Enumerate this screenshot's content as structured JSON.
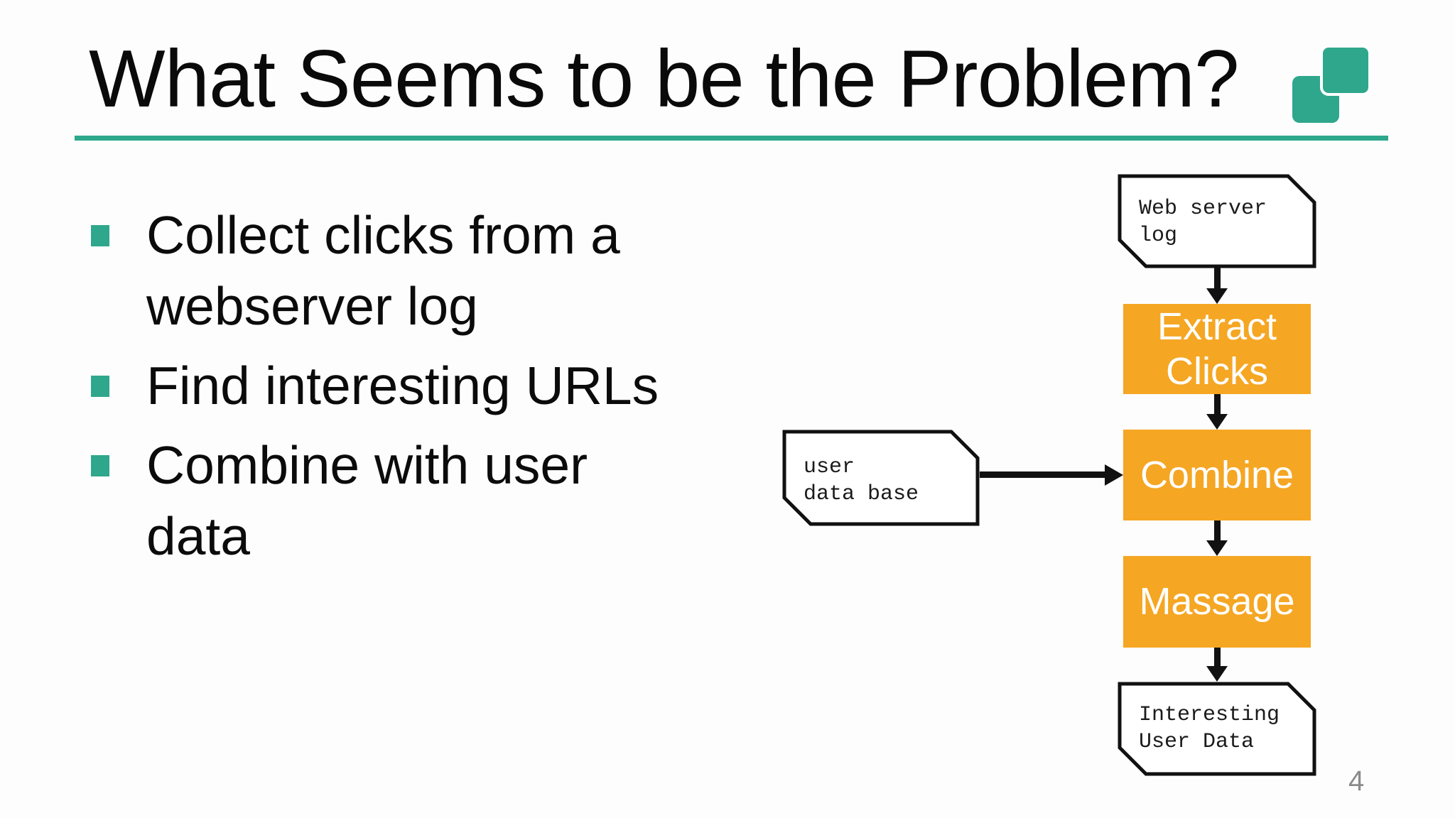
{
  "slide": {
    "title": "What Seems to be the Problem?",
    "page_number": "4"
  },
  "bullets": [
    "Collect clicks from a webserver log",
    "Find interesting URLs",
    "Combine with user data"
  ],
  "flowchart": {
    "web_server_log": {
      "line1": "Web server",
      "line2": "log"
    },
    "extract_clicks": {
      "line1": "Extract",
      "line2": "Clicks"
    },
    "combine": {
      "label": "Combine"
    },
    "user_data_base": {
      "line1": "user",
      "line2": "data base"
    },
    "massage": {
      "label": "Massage"
    },
    "interesting_user_data": {
      "line1": "Interesting",
      "line2": "User Data"
    }
  },
  "colors": {
    "teal_accent": "#2FA78C",
    "process_orange": "#F5A623",
    "arrow_black": "#111111",
    "page_number_gray": "#8B8B8D"
  }
}
